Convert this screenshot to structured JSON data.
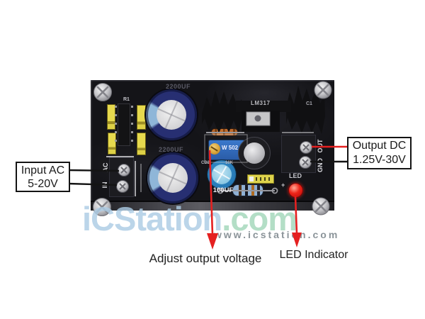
{
  "annotations": {
    "input_label": {
      "line1": "Input AC",
      "line2": "5-20V"
    },
    "output_label": {
      "line1": "Output DC",
      "line2": "1.25V-30V"
    },
    "adjust_caption": "Adjust output voltage",
    "led_caption": "LED Indicator"
  },
  "silkscreen": {
    "cap1_value": "2200UF",
    "cap2_value": "2200UF",
    "regulator": "LM317",
    "resistor_ref": "R1",
    "cap_ref": "C1",
    "trimmer_marking": "W 502",
    "trimmer_value": "10K",
    "small_cap_ref": "CD2",
    "small_cap_value": "100UF",
    "led_label": "LED",
    "led_polarity": "+",
    "output_terminal": {
      "top": "OUT",
      "bottom": "GND"
    },
    "input_terminal": {
      "top": "AC",
      "bottom": "IN"
    }
  },
  "watermark": {
    "brand": "iCStation",
    "brand_suffix": ".com",
    "url": "www.icstation.com"
  },
  "colors": {
    "arrow_red": "#e52020",
    "annotation_black": "#141414",
    "watermark_blue": "#accce6",
    "watermark_green": "#a6d8bc",
    "led_red": "#e01a12",
    "pcb_black": "#141418"
  }
}
